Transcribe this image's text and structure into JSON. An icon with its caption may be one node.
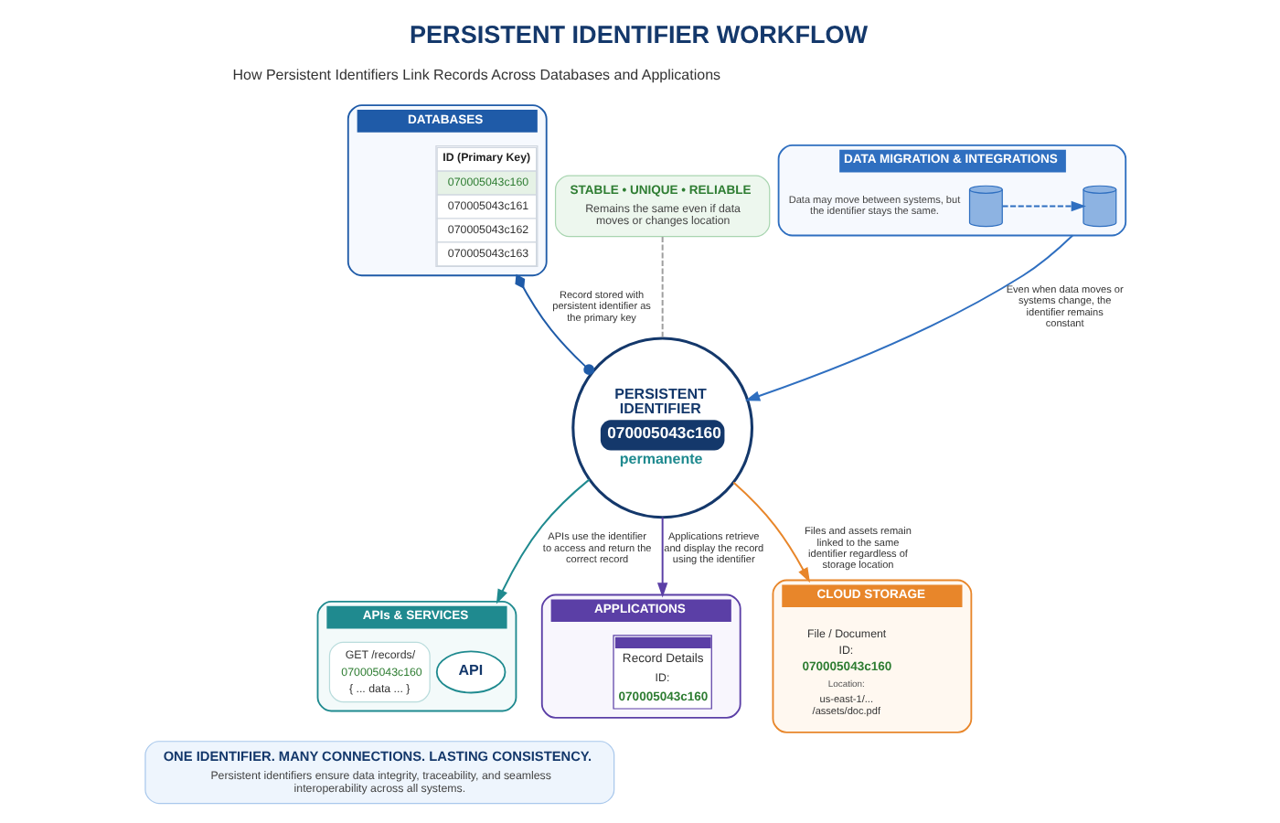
{
  "diagram": {
    "title": "PERSISTENT IDENTIFIER WORKFLOW",
    "nodes": [
      {
        "text": [
          "DATABASES"
        ]
      },
      {
        "text": [
          "ID (Primary Key)",
          "070005043c160",
          "070005043c161",
          "070005043c162",
          "070005043c163"
        ],
        "in": 0
      },
      {
        "text": [
          "STABLE • UNIQUE • RELIABLE",
          "Remains the same even if data moves or changes location"
        ]
      },
      {
        "text": [
          "PERSISTENT IDENTIFIER",
          "070005043c160",
          "permanente"
        ]
      },
      {
        "text": [
          "APPLICATIONS"
        ]
      },
      {
        "text": [
          "Record Details",
          "ID:",
          "070005043c160"
        ],
        "in": 4
      },
      {
        "text": [
          "APIs & SERVICES"
        ]
      },
      {
        "text": [
          "API"
        ],
        "in": 6
      },
      {
        "text": [
          "GET /records/",
          "070005043c160",
          "{ ... data ... }"
        ],
        "in": 6
      },
      {
        "text": [
          "CLOUD STORAGE"
        ]
      },
      {
        "text": [
          "File / Document",
          "ID:",
          "070005043c160",
          "Location:",
          "us-east-1/... /assets/doc.pdf"
        ],
        "in": 9
      },
      {
        "text": [
          "DATA MIGRATION & INTEGRATIONS"
        ]
      },
      {
        "text": [],
        "shape": "cylinder",
        "in": 11
      },
      {
        "text": [],
        "shape": "cylinder",
        "in": 11
      },
      {
        "text": [
          "ONE IDENTIFIER. MANY CONNECTIONS. LASTING CONSISTENCY.",
          "Persistent identifiers ensure data integrity, traceability, and seamless interoperability across all systems."
        ]
      }
    ],
    "edges": [
      {
        "from": 0,
        "to": 3,
        "arrow": "other",
        "label": "Record stored with persistent identifier as the primary key",
        "color": "#1f5ba8"
      },
      {
        "from": 2,
        "to": 3,
        "arrow": "none",
        "style": "dashed",
        "color": "#9e9e9e"
      },
      {
        "from": 3,
        "to": 4,
        "arrow": "to",
        "label": "Applications retrieve and display the record using the identifier",
        "color": "#5b3fa6"
      },
      {
        "from": 3,
        "to": 6,
        "arrow": "to",
        "label": "APIs use the identifier to access and return the correct record",
        "color": "#1f8a8f"
      },
      {
        "from": 3,
        "to": 9,
        "arrow": "to",
        "label": "Files and assets remain linked to the same identifier regardless of storage location",
        "color": "#e8862a"
      },
      {
        "from": 11,
        "to": 3,
        "arrow": "to",
        "label": "Even when data moves or systems change, the identifier remains constant",
        "color": "#2f6fc0"
      },
      {
        "from": 12,
        "to": 13,
        "arrow": "to",
        "style": "dashed",
        "color": "#2f6fc0"
      }
    ],
    "labels": [
      "How Persistent Identifiers Link Records Across Databases and Applications",
      "Data may move between systems, but the identifier stays the same."
    ]
  }
}
